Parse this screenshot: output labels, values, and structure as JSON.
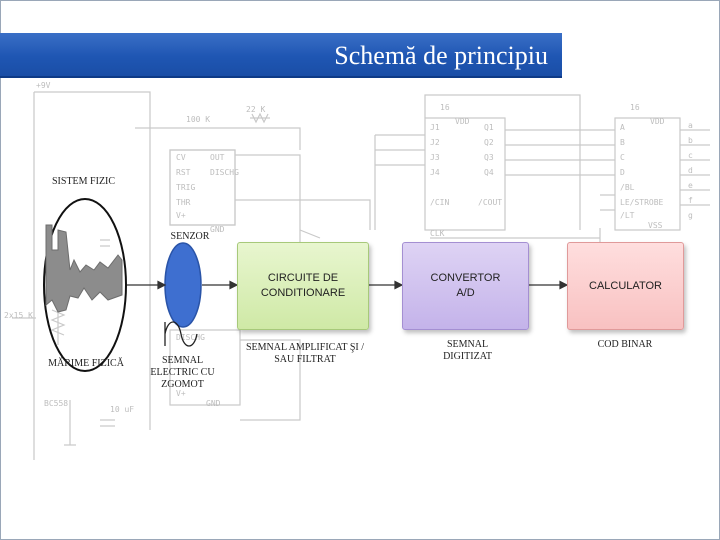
{
  "title": "Schemă de principiu",
  "labels": {
    "sistem_fizic": "SISTEM FIZIC",
    "senzor": "SENZOR",
    "marime_fizica": "MĂRIME FIZICĂ",
    "semnal_electric": "SEMNAL ELECTRIC CU ZGOMOT",
    "semnal_amplificat": "SEMNAL AMPLIFICAT ŞI / SAU FILTRAT",
    "semnal_digitizat": "SEMNAL DIGITIZAT",
    "cod_binar": "COD BINAR"
  },
  "boxes": {
    "conditionare": "CIRCUITE DE CONDITIONARE",
    "convertor": "CONVERTOR A/D",
    "calculator": "CALCULATOR"
  },
  "colors": {
    "title_bar": "#2058b5",
    "sensor": "#3e6fd0",
    "conditionare": "#d8eeb8",
    "convertor": "#cfc0ee",
    "calculator": "#fbcccc"
  }
}
